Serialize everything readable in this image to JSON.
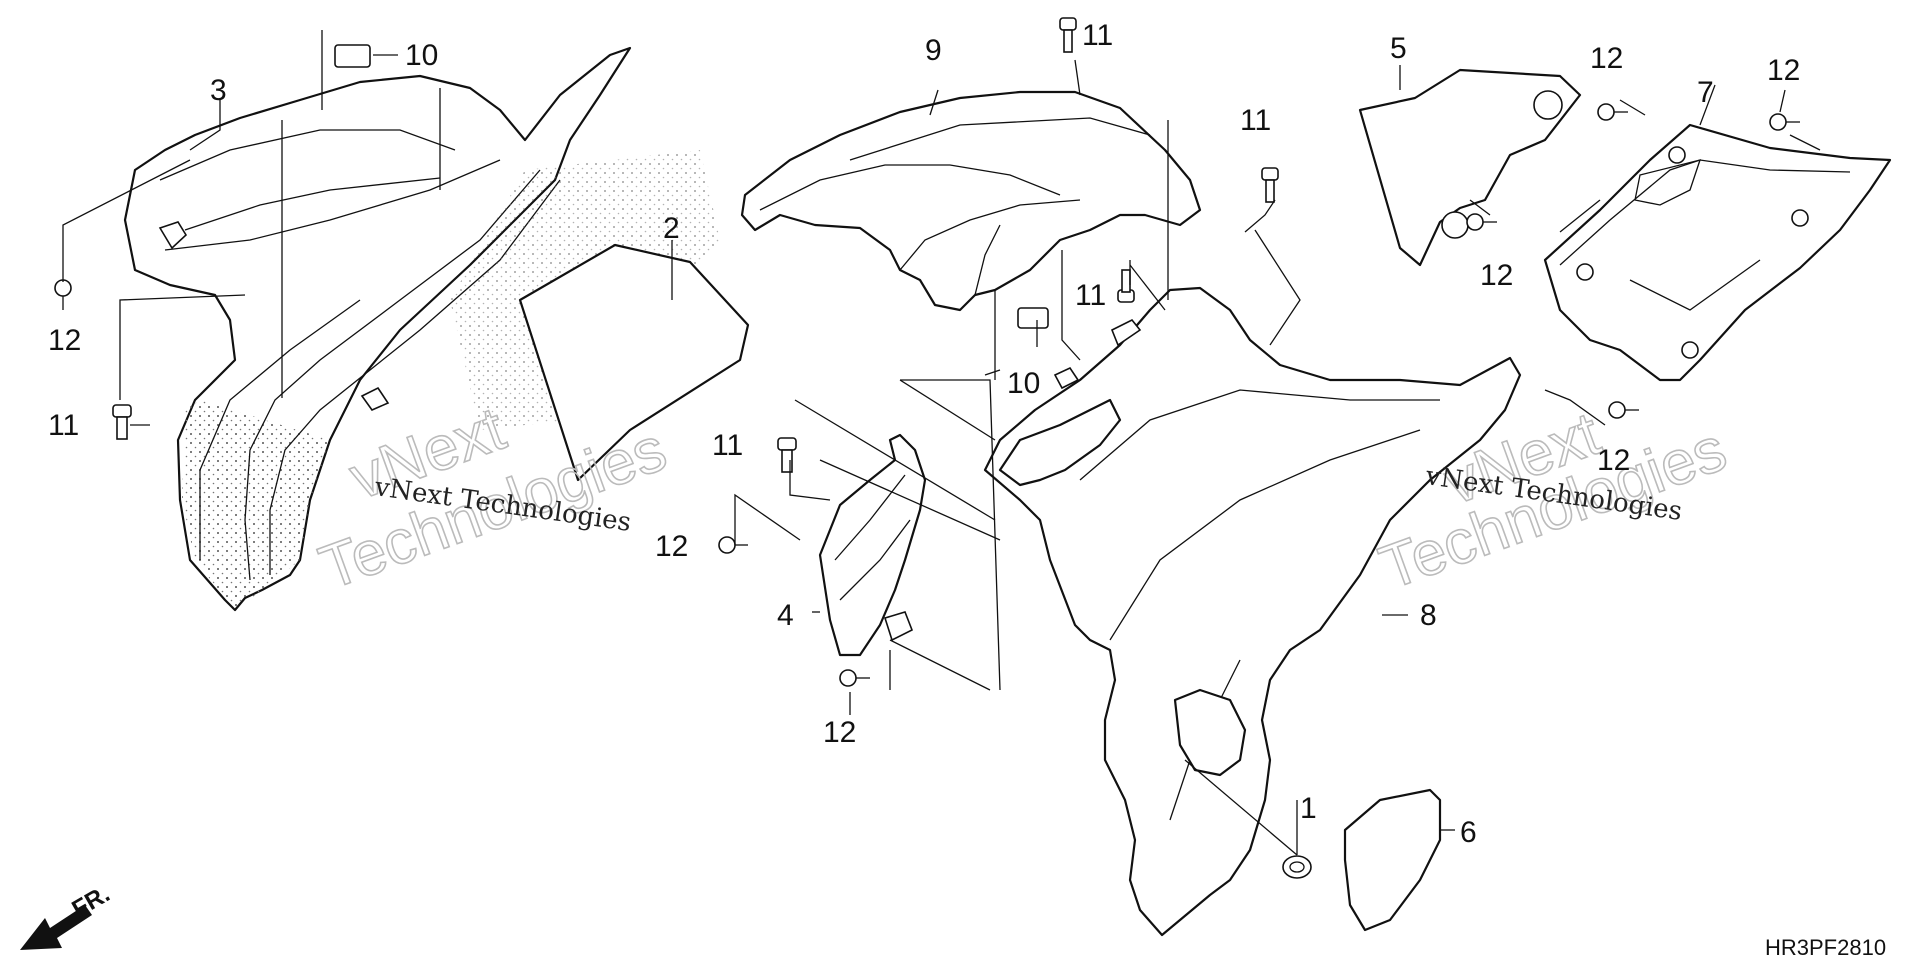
{
  "callouts": {
    "c1": "1",
    "c2": "2",
    "c3": "3",
    "c4": "4",
    "c5": "5",
    "c6": "6",
    "c7": "7",
    "c8": "8",
    "c9": "9",
    "c10a": "10",
    "c10b": "10",
    "c11a": "11",
    "c11b": "11",
    "c11c": "11",
    "c11d": "11",
    "c11e": "11",
    "c12a": "12",
    "c12b": "12",
    "c12c": "12",
    "c12d": "12",
    "c12e": "12",
    "c12f": "12",
    "c12g": "12"
  },
  "watermark": {
    "line1": "vNext Technologies",
    "outline_a": "vNext",
    "outline_b": "Technologies"
  },
  "direction": {
    "label": "FR."
  },
  "diagram_code": "HR3PF2810"
}
